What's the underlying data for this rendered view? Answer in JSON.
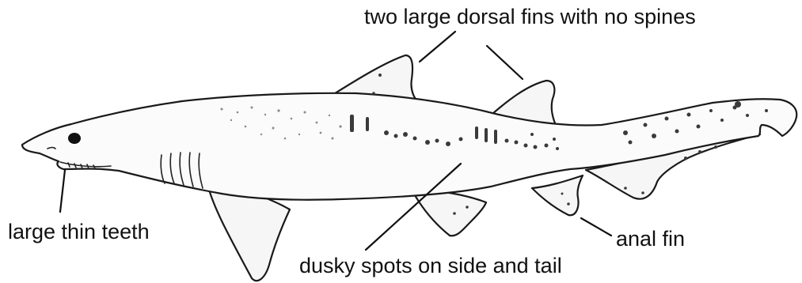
{
  "labels": {
    "dorsal": "two large dorsal fins with no spines",
    "teeth": "large thin teeth",
    "anal": "anal fin",
    "spots": "dusky spots on side and tail"
  }
}
